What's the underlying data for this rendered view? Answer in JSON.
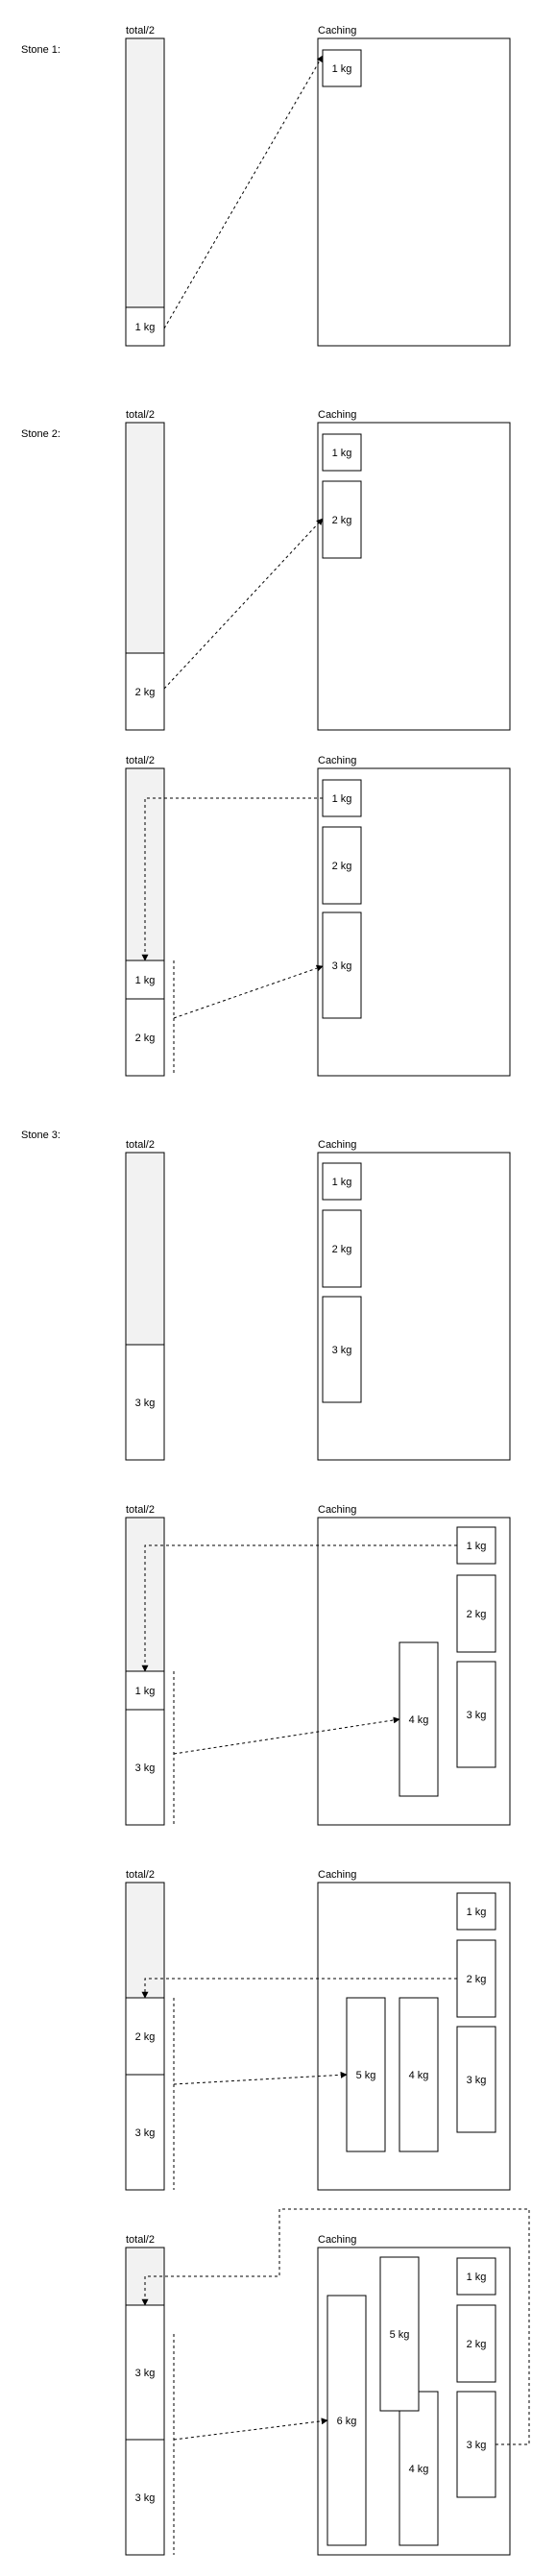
{
  "labels": {
    "stone1": "Stone 1:",
    "stone2": "Stone 2:",
    "stone3": "Stone 3:",
    "total": "total/2",
    "caching": "Caching",
    "kg1": "1 kg",
    "kg2": "2 kg",
    "kg3": "3 kg",
    "kg4": "4 kg",
    "kg5": "5 kg",
    "kg6": "6 kg"
  },
  "colors": {
    "bar_fill": "#f2f2f2",
    "stroke": "#000000"
  }
}
